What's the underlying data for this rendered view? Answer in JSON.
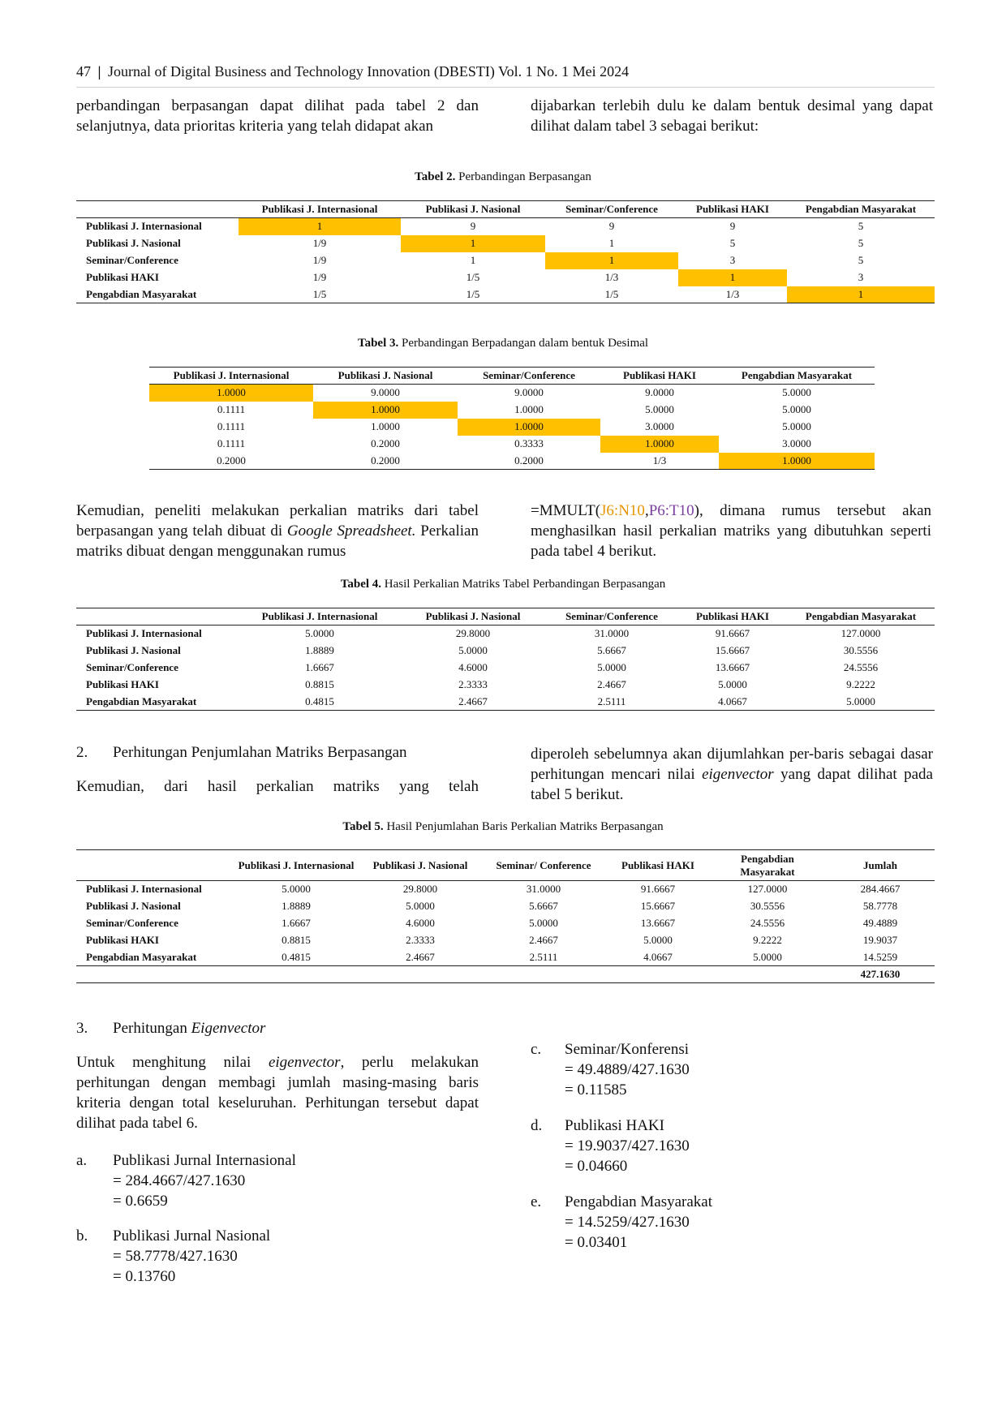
{
  "header": {
    "page_number": "47",
    "separator": "|",
    "journal": "Journal of Digital Business and Technology Innovation (DBESTI) Vol. 1 No. 1 Mei 2024"
  },
  "intro": {
    "left": "perbandingan berpasangan dapat dilihat pada tabel 2 dan selanjutnya, data prioritas kriteria yang telah didapat akan",
    "right": "dijabarkan terlebih dulu ke dalam bentuk desimal yang dapat dilihat dalam tabel 3 sebagai berikut:"
  },
  "table2": {
    "caption_bold": "Tabel 2.",
    "caption_text": " Perbandingan Berpasangan",
    "columns": [
      "",
      "Publikasi J. Internasional",
      "Publikasi J. Nasional",
      "Seminar/Conference",
      "Publikasi HAKI",
      "Pengabdian Masyarakat"
    ],
    "rows": [
      [
        "Publikasi J. Internasional",
        "1",
        "9",
        "9",
        "9",
        "5"
      ],
      [
        "Publikasi J. Nasional",
        "1/9",
        "1",
        "1",
        "5",
        "5"
      ],
      [
        "Seminar/Conference",
        "1/9",
        "1",
        "1",
        "3",
        "5"
      ],
      [
        "Publikasi HAKI",
        "1/9",
        "1/5",
        "1/3",
        "1",
        "3"
      ],
      [
        "Pengabdian Masyarakat",
        "1/5",
        "1/5",
        "1/5",
        "1/3",
        "1"
      ]
    ]
  },
  "table3": {
    "caption_bold": "Tabel 3.",
    "caption_text": " Perbandingan Berpadangan dalam bentuk Desimal",
    "columns": [
      "Publikasi J. Internasional",
      "Publikasi J. Nasional",
      "Seminar/Conference",
      "Publikasi HAKI",
      "Pengabdian Masyarakat"
    ],
    "rows": [
      [
        "1.0000",
        "9.0000",
        "9.0000",
        "9.0000",
        "5.0000"
      ],
      [
        "0.1111",
        "1.0000",
        "1.0000",
        "5.0000",
        "5.0000"
      ],
      [
        "0.1111",
        "1.0000",
        "1.0000",
        "3.0000",
        "5.0000"
      ],
      [
        "0.1111",
        "0.2000",
        "0.3333",
        "1.0000",
        "3.0000"
      ],
      [
        "0.2000",
        "0.2000",
        "0.2000",
        "1/3",
        "1.0000"
      ]
    ]
  },
  "para2": {
    "left_1": "Kemudian, peneliti melakukan perkalian matriks dari tabel berpasangan yang telah dibuat di ",
    "left_italic": "Google Spreadsheet.",
    "left_2": " Perkalian matriks dibuat dengan menggunakan rumus",
    "right_formula_start": "=MMULT(",
    "right_range1": "J6:N10",
    "right_comma": ",",
    "right_range2": "P6:T10",
    "right_rest": "), dimana rumus tersebut akan menghasilkan hasil perkalian matriks yang dibutuhkan seperti pada tabel 4 berikut."
  },
  "table4": {
    "caption_bold": "Tabel 4.",
    "caption_text": " Hasil Perkalian Matriks Tabel Perbandingan Berpasangan",
    "columns": [
      "",
      "Publikasi J. Internasional",
      "Publikasi J. Nasional",
      "Seminar/Conference",
      "Publikasi HAKI",
      "Pengabdian Masyarakat"
    ],
    "rows": [
      [
        "Publikasi J. Internasional",
        "5.0000",
        "29.8000",
        "31.0000",
        "91.6667",
        "127.0000"
      ],
      [
        "Publikasi J. Nasional",
        "1.8889",
        "5.0000",
        "5.6667",
        "15.6667",
        "30.5556"
      ],
      [
        "Seminar/Conference",
        "1.6667",
        "4.6000",
        "5.0000",
        "13.6667",
        "24.5556"
      ],
      [
        "Publikasi HAKI",
        "0.8815",
        "2.3333",
        "2.4667",
        "5.0000",
        "9.2222"
      ],
      [
        "Pengabdian Masyarakat",
        "0.4815",
        "2.4667",
        "2.5111",
        "4.0667",
        "5.0000"
      ]
    ]
  },
  "section2": {
    "number": "2.",
    "title": "Perhitungan Penjumlahan Matriks Berpasangan",
    "left": "Kemudian, dari hasil perkalian matriks yang telah",
    "right_1": "diperoleh sebelumnya akan dijumlahkan per-baris sebagai dasar perhitungan mencari nilai ",
    "right_italic": "eigenvector",
    "right_2": " yang dapat dilihat pada tabel 5 berikut."
  },
  "table5": {
    "caption_bold": "Tabel 5.",
    "caption_text": " Hasil Penjumlahan Baris Perkalian Matriks Berpasangan",
    "columns": [
      "",
      "Publikasi J. Internasional",
      "Publikasi J. Nasional",
      "Seminar/ Conference",
      "Publikasi HAKI",
      "Pengabdian Masyarakat",
      "Jumlah"
    ],
    "rows": [
      [
        "Publikasi J. Internasional",
        "5.0000",
        "29.8000",
        "31.0000",
        "91.6667",
        "127.0000",
        "284.4667"
      ],
      [
        "Publikasi J. Nasional",
        "1.8889",
        "5.0000",
        "5.6667",
        "15.6667",
        "30.5556",
        "58.7778"
      ],
      [
        "Seminar/Conference",
        "1.6667",
        "4.6000",
        "5.0000",
        "13.6667",
        "24.5556",
        "49.4889"
      ],
      [
        "Publikasi HAKI",
        "0.8815",
        "2.3333",
        "2.4667",
        "5.0000",
        "9.2222",
        "19.9037"
      ],
      [
        "Pengabdian Masyarakat",
        "0.4815",
        "2.4667",
        "2.5111",
        "4.0667",
        "5.0000",
        "14.5259"
      ]
    ],
    "total": "427.1630"
  },
  "section3": {
    "number": "3.",
    "title_prefix": "Perhitungan ",
    "title_italic": "Eigenvector",
    "para_1": "Untuk menghitung nilai ",
    "para_italic": "eigenvector",
    "para_2": ", perlu melakukan perhitungan dengan membagi jumlah masing-masing baris kriteria dengan total keseluruhan. Perhitungan tersebut dapat dilihat pada tabel 6.",
    "items": [
      {
        "letter": "a.",
        "name": "Publikasi Jurnal Internasional",
        "formula": "= 284.4667/427.1630",
        "result": "= 0.6659"
      },
      {
        "letter": "b.",
        "name": "Publikasi Jurnal Nasional",
        "formula": "= 58.7778/427.1630",
        "result": "= 0.13760"
      },
      {
        "letter": "c.",
        "name": "Seminar/Konferensi",
        "formula": "= 49.4889/427.1630",
        "result": "= 0.11585"
      },
      {
        "letter": "d.",
        "name": "Publikasi HAKI",
        "formula": "= 19.9037/427.1630",
        "result": "= 0.04660"
      },
      {
        "letter": "e.",
        "name": "Pengabdian Masyarakat",
        "formula": "= 14.5259/427.1630",
        "result": "= 0.03401"
      }
    ]
  }
}
